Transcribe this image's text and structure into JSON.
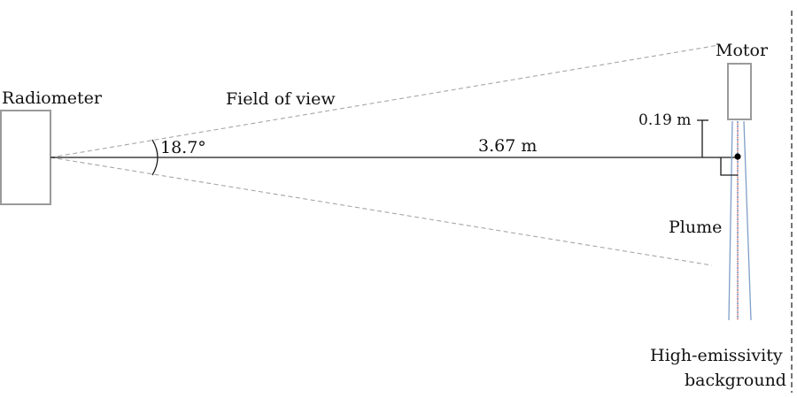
{
  "labels": {
    "radiometer": "Radiometer",
    "field_of_view": "Field of view",
    "angle": "18.7°",
    "distance": "3.67 m",
    "offset": "0.19 m",
    "motor": "Motor",
    "plume": "Plume",
    "background_line1": "High-emissivity",
    "background_line2": "background"
  },
  "colors": {
    "outline_gray": "#9a9a9a",
    "fov_dash": "#a6a6a6",
    "plume_blue": "#7f9ec8",
    "line_black": "#1a1a1a"
  }
}
